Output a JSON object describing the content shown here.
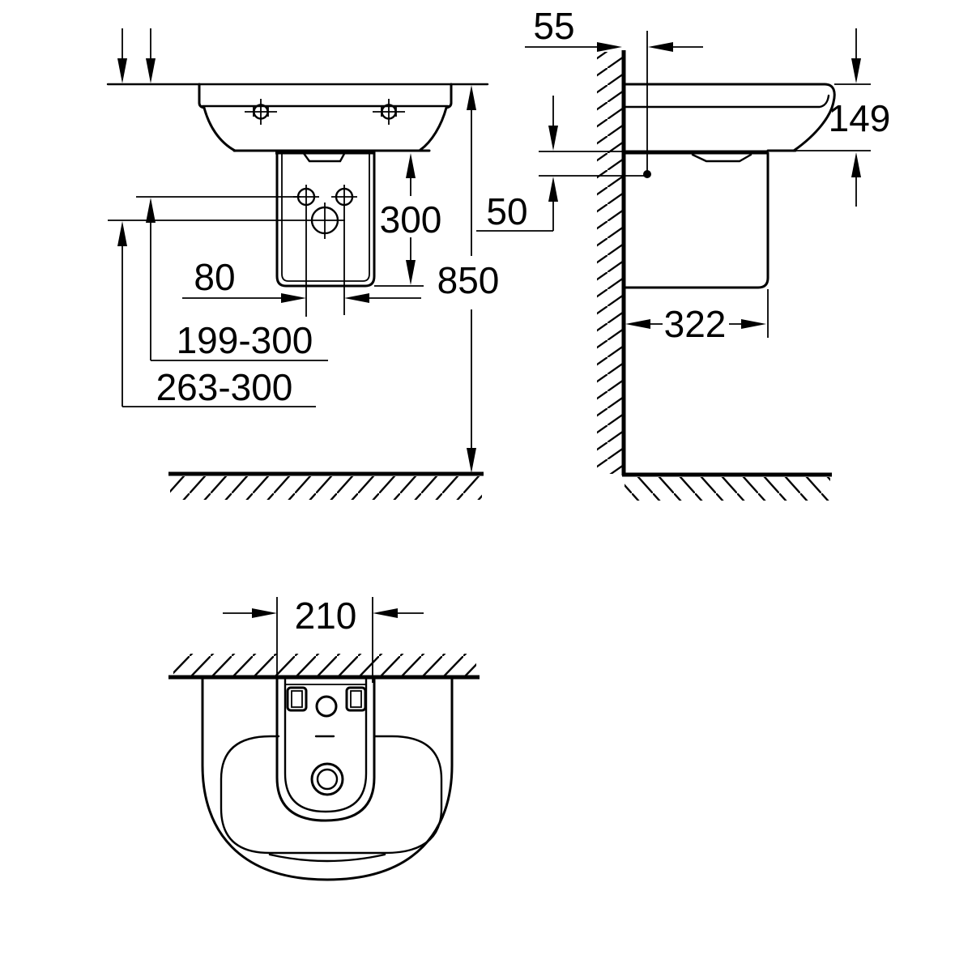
{
  "drawing": {
    "title": "Wall-hung washbasin with semi-pedestal - dimensional drawing",
    "units": "mm",
    "style": {
      "line_color": "#000000",
      "background_color": "#ffffff"
    },
    "front_view": {
      "name": "front elevation",
      "dims": {
        "overall_height": "850",
        "pedestal_height": "300",
        "hole_spacing": "80",
        "range_upper": "199-300",
        "range_lower": "263-300"
      }
    },
    "side_view": {
      "name": "side section at wall",
      "dims": {
        "faucet_wall_offset": "55",
        "rim_depth": "149",
        "hole_drop": "50",
        "pedestal_depth": "322"
      }
    },
    "bottom_view": {
      "name": "view from below",
      "dims": {
        "pedestal_width": "210"
      }
    }
  }
}
